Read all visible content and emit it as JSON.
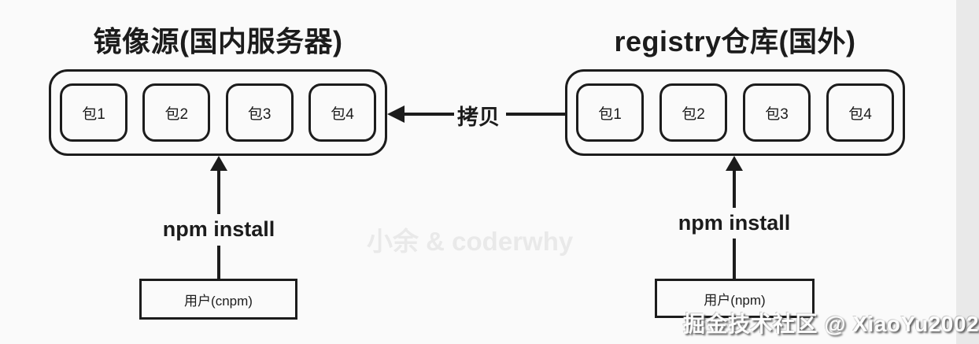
{
  "diagram": {
    "left": {
      "title": "镜像源(国内服务器)",
      "packages": [
        "包1",
        "包2",
        "包3",
        "包4"
      ],
      "install_label": "npm install",
      "user_label": "用户(cnpm)"
    },
    "right": {
      "title": "registry仓库(国外)",
      "packages": [
        "包1",
        "包2",
        "包3",
        "包4"
      ],
      "install_label": "npm install",
      "user_label": "用户(npm)"
    },
    "copy_label": "拷贝",
    "watermark_center": "小余 & coderwhy",
    "watermark_corner": "掘金技术社区 @ XiaoYu2002",
    "colors": {
      "stroke": "#1c1c1c",
      "background": "#fafafa",
      "watermark": "#e9e9e9"
    }
  }
}
